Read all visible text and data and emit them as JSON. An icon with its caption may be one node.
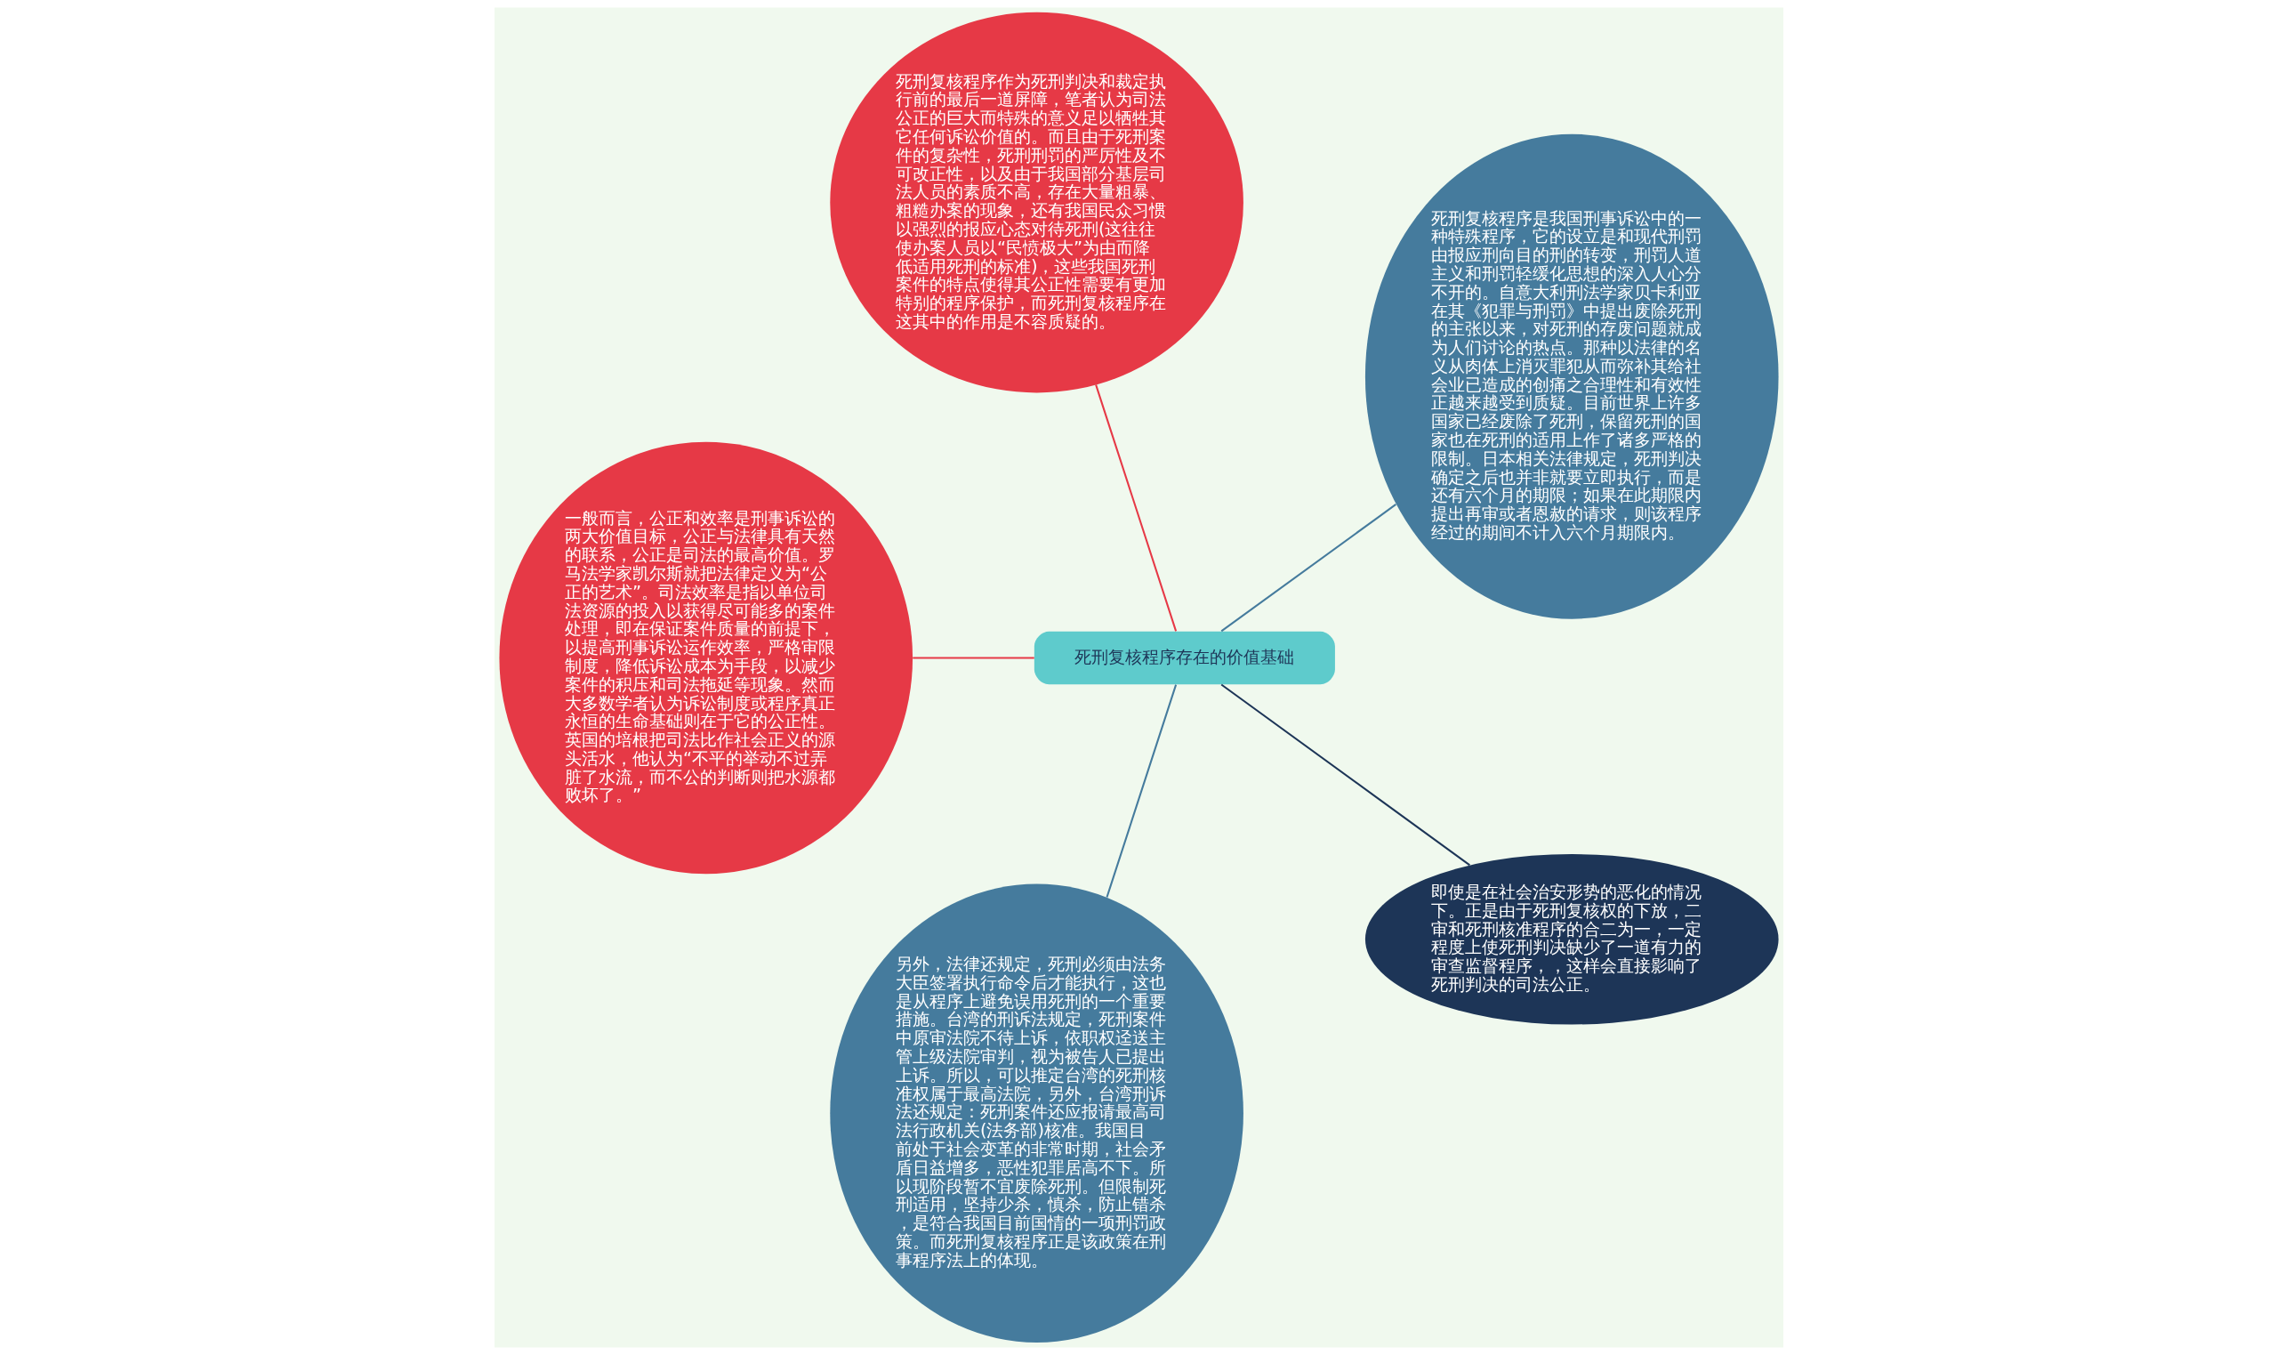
{
  "diagram": {
    "nodes": [
      {
        "text": [
          "死刑复核程序存在的价值基础"
        ]
      },
      {
        "text": [
          "死刑复核程序是我国刑事诉讼中的一种特殊程序，它的设立是和现代刑罚由报应刑向目的刑的转变，刑罚人道主义和刑罚轻缓化思想的深入人心分不开的。自意大利刑法学家贝卡利亚在其《犯罪与刑罚》中提出废除死刑的主张以来，对死刑的存废问题就成为人们讨论的热点。那种以法律的名义从肉体上消灭罪犯从而弥补其给社会业已造成的创痛之合理性和有效性正越来越受到质疑。目前世界上许多国家已经废除了死刑，保留死刑的国家也在死刑的适用上作了诸多严格的限制。日本相关法律规定，死刑判决确定之后也并非就要立即执行，而是还有六个月的期限；如果在此期限内提出再审或者恩赦的请求，则该程序经过的期间不计入六个月期限内。"
        ]
      },
      {
        "text": [
          "死刑复核程序作为死刑判决和裁定执行前的最后一道屏障，笔者认为司法公正的巨大而特殊的意义足以牺牲其它任何诉讼价值的。而且由于死刑案件的复杂性，死刑刑罚的严厉性及不可改正性，以及由于我国部分基层司法人员的素质不高，存在大量粗暴、粗糙办案的现象，还有我国民众习惯以强烈的报应心态对待死刑(这往往使办案人员以“民愤极大”为由而降低适用死刑的标准)，这些我国死刑案件的特点使得其公正性需要有更加特别的程序保护，而死刑复核程序在这其中的作用是不容质疑的。"
        ]
      },
      {
        "text": [
          "一般而言，公正和效率是刑事诉讼的两大价值目标，公正与法律具有天然的联系，公正是司法的最高价值。罗马法学家凯尔斯就把法律定义为“公正的艺术”。司法效率是指以单位司法资源的投入以获得尽可能多的案件处理，即在保证案件质量的前提下，以提高刑事诉讼运作效率，严格审限制度，降低诉讼成本为手段，以减少案件的积压和司法拖延等现象。然而大多数学者认为诉讼制度或程序真正永恒的生命基础则在于它的公正性。英国的培根把司法比作社会正义的源头活水，他认为“不平的举动不过弄脏了水流，而不公的判断则把水源都败坏了。”"
        ]
      },
      {
        "text": [
          "另外，法律还规定，死刑必须由法务大臣签署执行命令后才能执行，这也是从程序上避免误用死刑的一个重要措施。台湾的刑诉法规定，死刑案件中原审法院不待上诉，依职权迳送主管上级法院审判，视为被告人已提出上诉。所以，可以推定台湾的死刑核准权属于最高法院，另外，台湾刑诉法还规定：死刑案件还应报请最高司法行政机关(法务部)核准。我国目前处于社会变革的非常时期，社会矛盾日益增多，恶性犯罪居高不下。所以现阶段暂不宜废除死刑。但限制死刑适用，坚持少杀，慎杀，防止错杀，是符合我国目前国情的一项刑罚政策。而死刑复核程序正是该政策在刑事程序法上的体现。"
        ]
      },
      {
        "text": [
          "即使是在社会治安形势的恶化的情况下。正是由于死刑复核权的下放，二审和死刑核准程序的合二为一，一定程度上使死刑判决缺少了一道有力的审查监督程序，，这样会直接影响了死刑判决的司法公正。"
        ]
      }
    ],
    "edges": [
      {
        "from": 0,
        "to": 1,
        "arrow": "none",
        "color": "#457b9d"
      },
      {
        "from": 0,
        "to": 2,
        "arrow": "none",
        "color": "#e63946"
      },
      {
        "from": 0,
        "to": 3,
        "arrow": "none",
        "color": "#e63946"
      },
      {
        "from": 0,
        "to": 4,
        "arrow": "none",
        "color": "#457b9d"
      },
      {
        "from": 0,
        "to": 5,
        "arrow": "none",
        "color": "#1d3557"
      }
    ]
  }
}
